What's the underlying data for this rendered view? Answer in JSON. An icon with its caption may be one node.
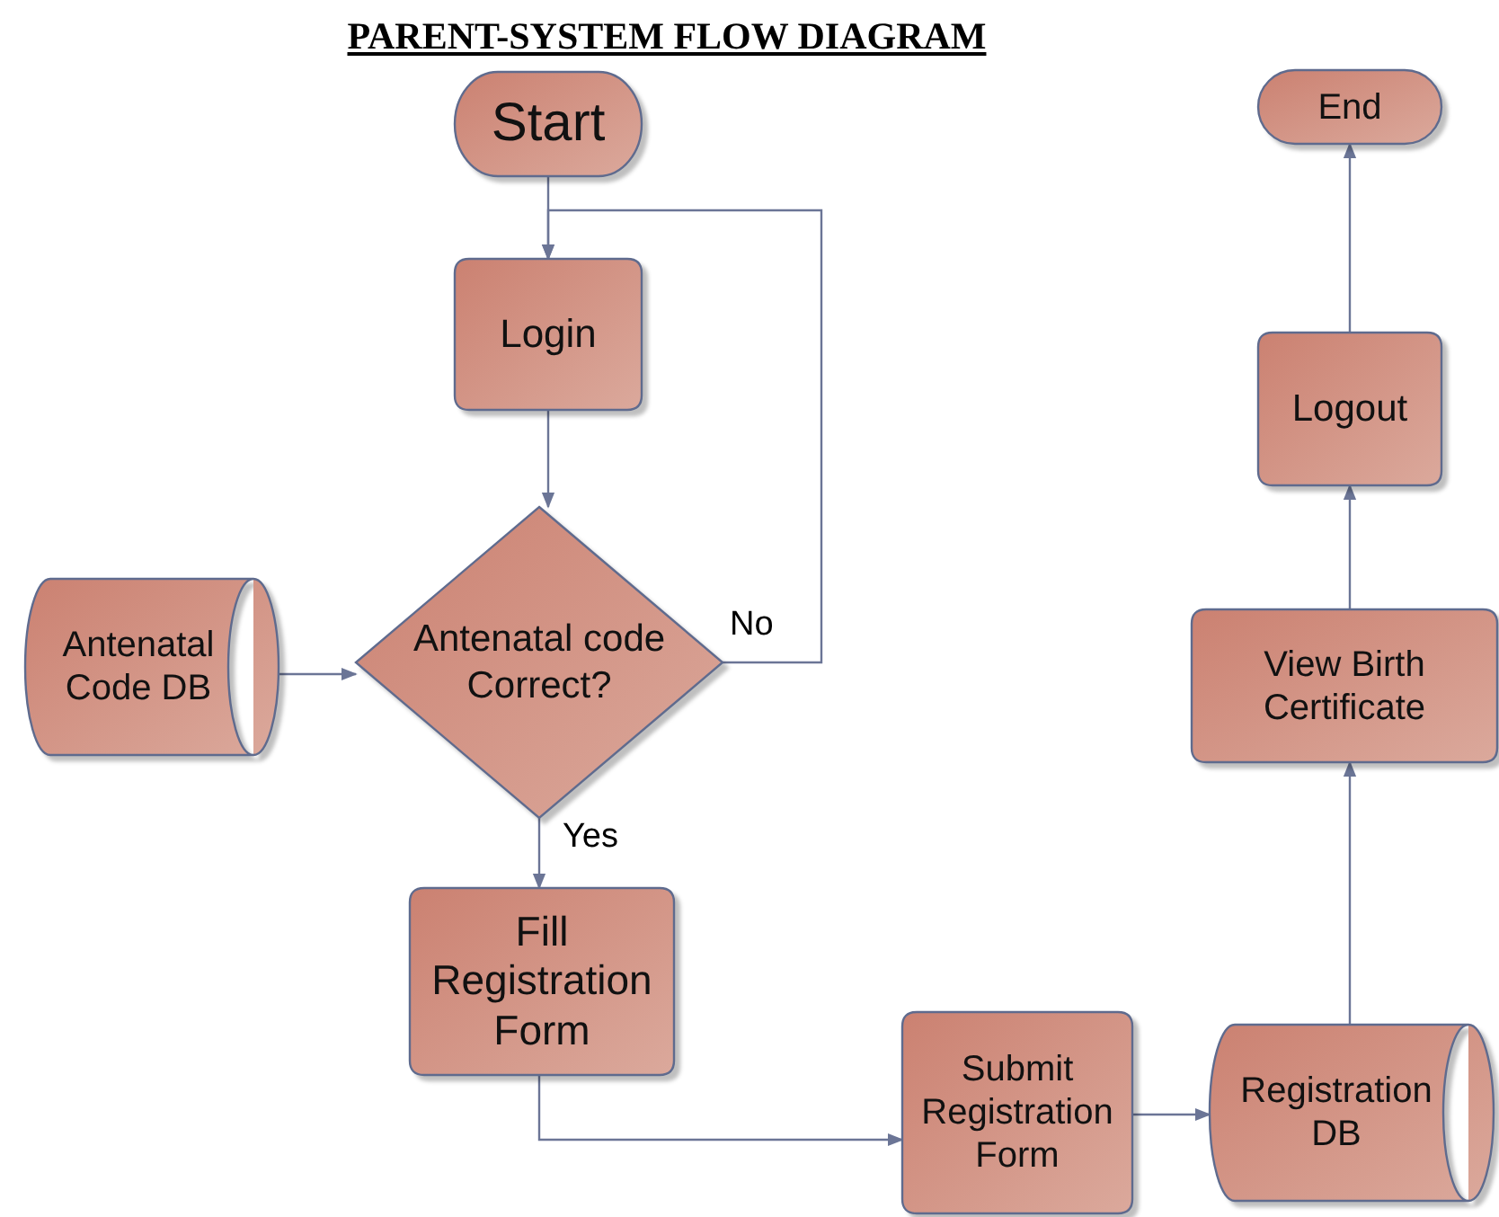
{
  "diagram": {
    "title": "PARENT-SYSTEM FLOW DIAGRAM",
    "nodes": [
      {
        "text": [
          "Start"
        ]
      },
      {
        "text": [
          "Login"
        ]
      },
      {
        "text": [
          "Antenatal code Correct?"
        ]
      },
      {
        "text": [
          "Antenatal Code DB"
        ]
      },
      {
        "text": [
          "Fill Registration Form"
        ]
      },
      {
        "text": [
          "Submit Registration Form"
        ]
      },
      {
        "text": [
          "Registration DB"
        ]
      },
      {
        "text": [
          "View Birth Certificate"
        ]
      },
      {
        "text": [
          "Logout"
        ]
      },
      {
        "text": [
          "End"
        ]
      }
    ],
    "edges": [
      {
        "from": 0,
        "to": 1,
        "arrow": "to"
      },
      {
        "from": 1,
        "to": 2,
        "arrow": "to"
      },
      {
        "from": 3,
        "to": 2,
        "arrow": "to"
      },
      {
        "from": 2,
        "to": 1,
        "arrow": "to",
        "label": "No"
      },
      {
        "from": 2,
        "to": 4,
        "arrow": "to",
        "label": "Yes"
      },
      {
        "from": 4,
        "to": 5,
        "arrow": "to"
      },
      {
        "from": 5,
        "to": 6,
        "arrow": "to"
      },
      {
        "from": 6,
        "to": 7,
        "arrow": "to"
      },
      {
        "from": 7,
        "to": 8,
        "arrow": "to"
      },
      {
        "from": 8,
        "to": 9,
        "arrow": "to"
      }
    ]
  }
}
